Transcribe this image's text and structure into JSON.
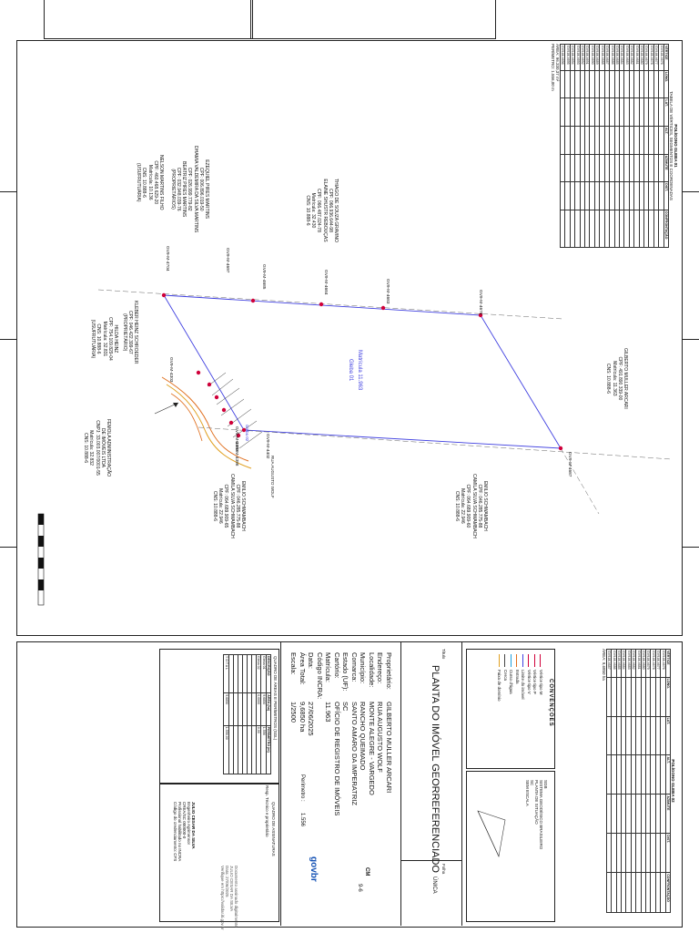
{
  "title": "PLANTA DO IMÓVEL GEORREFERENCIADO",
  "title_label": "Título",
  "sheet_label": "Folha",
  "sheet": "ÚNICA",
  "info": [
    {
      "label": "Proprietário:",
      "value": "GILBERTO MULLER ARCARI"
    },
    {
      "label": "Endereço:",
      "value": "RUA AUGUSTO WOLF"
    },
    {
      "label": "Localidade:",
      "value": "MONTE ALEGRE - VARGEDO"
    },
    {
      "label": "Município:",
      "value": "RANCHO QUEIMADO"
    },
    {
      "label": "Comarca:",
      "value": "SANTO AMARO DA IMPERATRIZ"
    },
    {
      "label": "Estado (UF):",
      "value": "SC"
    },
    {
      "label": "Cartório:",
      "value": "OFÍCIO DE REGISTRO DE IMÓVEIS"
    },
    {
      "label": "Matrícula:",
      "value": "11.963"
    },
    {
      "label": "Código INCRA:",
      "value": ""
    },
    {
      "label": "Data:",
      "value": "27/06/2025"
    },
    {
      "label": "Área Total:",
      "value": "9,6850 ha"
    },
    {
      "label": "Escala:",
      "value": "1/2500"
    }
  ],
  "perimeter_label": "Perímetro :",
  "perimeter_value": "1.556",
  "cm_label": "CM",
  "zone": "9-6",
  "conventions_title": "CONVENÇÕES",
  "conventions": [
    "Vértice tipo M",
    "Vértice tipo P",
    "Vértice tipo V",
    "Limite do imóvel",
    "Estrada",
    "Curso d'água",
    "Cerca",
    "Faixa de domínio"
  ],
  "areas_title": "QUADRO DE ÁREAS E PERÍMETROS (SGL)",
  "areas_headers": [
    "DESCRIÇÃO",
    "ÁREA (ha)",
    "PERÍMETRO (m)"
  ],
  "areas_rows": [
    {
      "desc": "Gleba 01",
      "area": "9,6850",
      "per": "1.556"
    },
    {
      "desc": "Gleba 02",
      "area": "0,0000",
      "per": "0,00"
    }
  ],
  "areas_total_label": "T O T A L",
  "areas_total_area": "9,6850",
  "areas_total_per": "1.556,00",
  "signatures_title": "QUADRO DE ASSINATURAS",
  "sig_note": "Resp. Técnico e proprietário",
  "tech_name": "JULIO CESAR DA SILVA",
  "tech_lines": [
    "Engenheiro Agrimensor",
    "CREA/SC 000000-0",
    "Profissional habilitado no INCRA",
    "Código do credenciamento: CFS"
  ],
  "gov_logo": "govbr",
  "gov_text": [
    "Documento assinado digitalmente",
    "JULIO CESAR DA SILVA",
    "Data: 27/06/2025",
    "Verifique em https://validar.iti.gov.br"
  ],
  "coord_title": "POLÍGONO GLEBA 01",
  "coord_subtitle": "TABELA DE VÉRTICES, SEGMENTOS E COORDENADAS",
  "coord_headers": [
    "VÉRTICE",
    "LONG.",
    "LAT.",
    "ALT.",
    "AZIMUTE",
    "DIST.",
    "CONFRONTAÇÃO"
  ],
  "vertices": [
    "GV9-M-4676",
    "GV9-M-4677",
    "GV9-M-4678",
    "GV9-M-4679",
    "GV9-M-4680",
    "GV9-M-4681",
    "GV9-M-4682",
    "GV9-M-4683",
    "GV9-M-4684",
    "GV9-M-4685",
    "GV9-M-4686",
    "GV9-M-4687",
    "GV9-M-4688",
    "GV9-M-4689",
    "GV9-M-4690",
    "GV9-M-4691",
    "GV9-M-4692",
    "GV9-M-4693",
    "GV9-M-4694",
    "GV9-M-4695",
    "GV9-M-4696"
  ],
  "coord_area": "ÁREA: 9,6850 ha",
  "coord_perimeter": "PERÍMETRO: 1.556,00 m",
  "coord_footer": "ÁREA:  96.330,37 m²",
  "small_table_title": "POLÍGONO GLEBA 02",
  "location_box": [
    "SGB",
    "SISTEMA GEODÉSICO BRASILEIRO",
    "PLANTA DE SITUAÇÃO",
    "SC",
    "SEM ESCALA"
  ],
  "map": {
    "matricula_label": "Matrícula 11.963",
    "gleba_label": "Gleba 01",
    "road_label": "RUA AUGUSTO WOLF",
    "gleba2_label": "Gleba 02",
    "vertex_labels": [
      "GV9-M-4678",
      "GV9-M-4687",
      "GV9-M-4704",
      "GV9-M-4697",
      "GV9-M-4685",
      "GV9-M-4684",
      "GV9-M-4683",
      "GV9-M-4303",
      "GV9-M-4402",
      "GV9-M-4403",
      "GV9-M-4398"
    ],
    "neighbors": [
      {
        "lines": [
          "THIAGO DE SOUZA GRAVINO",
          "CPF: 066.936.644-98",
          "ELAINE SHUSTR REBOUÇAS",
          "CPF: 066.487.024-78",
          "Matrícula: 32.430",
          "CNS: 10.888-6"
        ]
      },
      {
        "lines": [
          "GILBERTO MULLER ARCARI",
          "CPF: 491.890.339-00",
          "Matrícula: 11.363",
          "CNS: 10.888-6"
        ]
      },
      {
        "lines": [
          "EZEQUIEL PIRES MARTINS",
          "CPF: 006.896.019-50",
          "DHAMIA VALDEMIRA DA SILVA MARTINS",
          "CPF: 026.999.779-82",
          "BEATRIZ PIRES MARTINS",
          "CPF: 032.948.039-76",
          "(PROPRIETÁRIOS)"
        ]
      },
      {
        "lines": [
          "NELSON MARTINS FILHO",
          "CPF: 460.468.629-20",
          "Matrícula: 10.136",
          "CNS: 10.888-6",
          "(USUFRUTUÁRIA)"
        ]
      },
      {
        "lines": [
          "KLEBER HEINZ SCHROEDER",
          "CPF: 046.422.399-67",
          "(PROPRIETÁRIO)"
        ]
      },
      {
        "lines": [
          "HILDA HEINZ",
          "CPF: 754.109.829-04",
          "Matrícula: 32.831",
          "CNS: 10.888-6",
          "(USUFRUTUÁRIA)"
        ]
      },
      {
        "lines": [
          "FEMOLA ADMINISTRAÇÃO",
          "DE IMÓVEIS LTDA",
          "CNPJ: 33.003.007/0001-55",
          "Matrícula: 32.832",
          "CNS: 10.888-6"
        ]
      },
      {
        "lines": [
          "EMILIO SCHWAMBACH",
          "CPF: 046.285.775-88",
          "CAMILA SILVA SCHWAMBACH",
          "CPF: 064.689.909-65",
          "Matrícula: 22.946",
          "CNS: 10.888-6"
        ]
      },
      {
        "lines": [
          "EMILIO SCHWAMBACH",
          "CPF: 046.285.775-88",
          "CAMILA SILVA SCHWAMBACH",
          "CPF: 064.689.909-60",
          "Matrícula: 22.946",
          "CNS: 10.888-6"
        ]
      }
    ]
  },
  "colors": {
    "boundary": "#4040e0",
    "vertex": "#d0003a",
    "road": "#e07020",
    "river": "#e0a020"
  }
}
